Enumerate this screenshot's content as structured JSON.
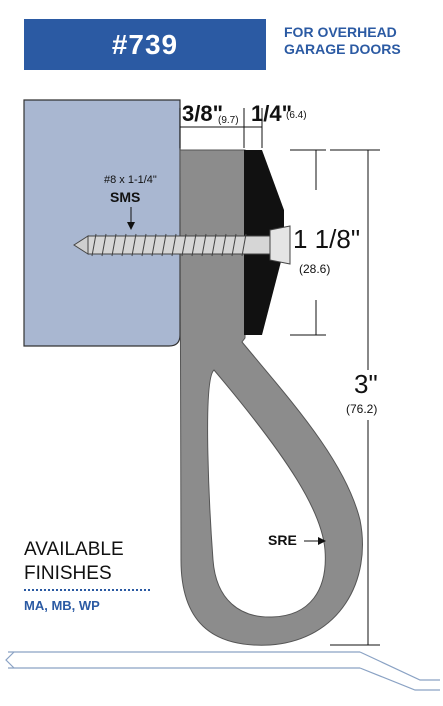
{
  "header": {
    "product_number": "#739",
    "subtitle_line1": "FOR OVERHEAD",
    "subtitle_line2": "GARAGE DOORS"
  },
  "dimensions": {
    "gap": {
      "fraction": "3/8\"",
      "metric": "(9.7)"
    },
    "thickness": {
      "fraction": "1/4\"",
      "metric": "(6.4)"
    },
    "bracket_height": {
      "fraction": "1 1/8\"",
      "metric": "(28.6)"
    },
    "total_height": {
      "fraction": "3\"",
      "metric": "(76.2)"
    }
  },
  "screw": {
    "size": "#8 x 1-1/4\"",
    "type": "SMS"
  },
  "seal_label": "SRE",
  "finishes": {
    "title_line1": "AVAILABLE",
    "title_line2": "FINISHES",
    "codes": "MA, MB, WP"
  },
  "colors": {
    "brand_blue": "#2b5aa3",
    "wood_block": "#a9b7d1",
    "seal_gray": "#8c8c8c",
    "insert_black": "#111111"
  }
}
